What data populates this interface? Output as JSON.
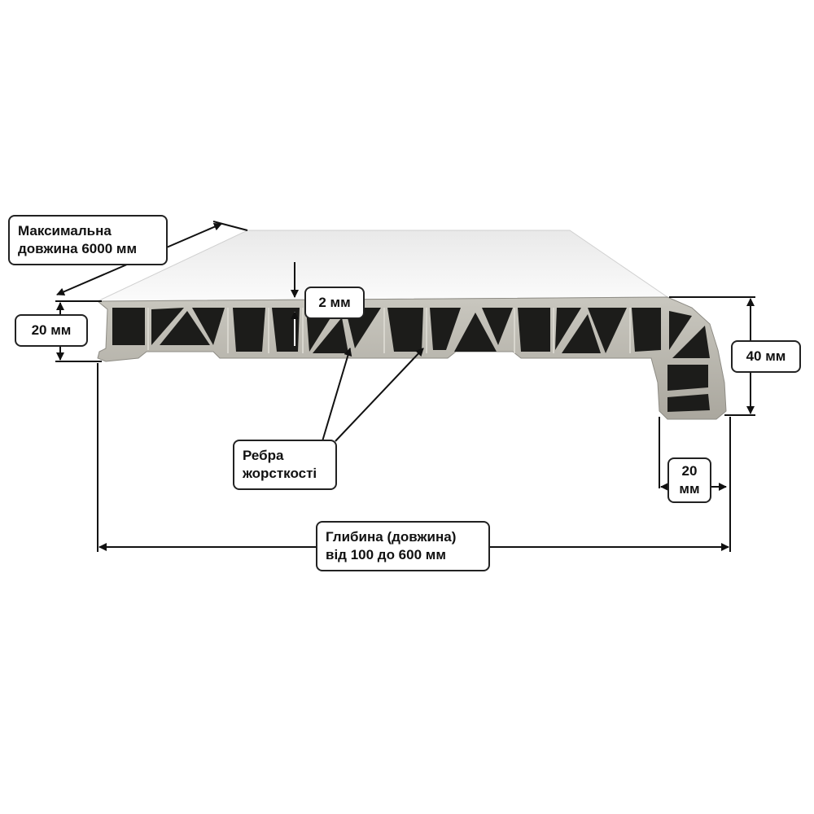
{
  "labels": {
    "max_length": [
      "Максимальна",
      "довжина 6000 мм"
    ],
    "height_20": "20 мм",
    "wall_2": "2 мм",
    "height_40": "40 мм",
    "ribs": [
      "Ребра",
      "жорсткості"
    ],
    "nose_20": [
      "20",
      "мм"
    ],
    "depth": [
      "Глибина (довжина)",
      "від 100 до 600 мм"
    ]
  },
  "colors": {
    "top_surface": "#f2f2f2",
    "profile_face": "#b9b7af",
    "cavity": "#1c1c1a",
    "line": "#111111"
  }
}
